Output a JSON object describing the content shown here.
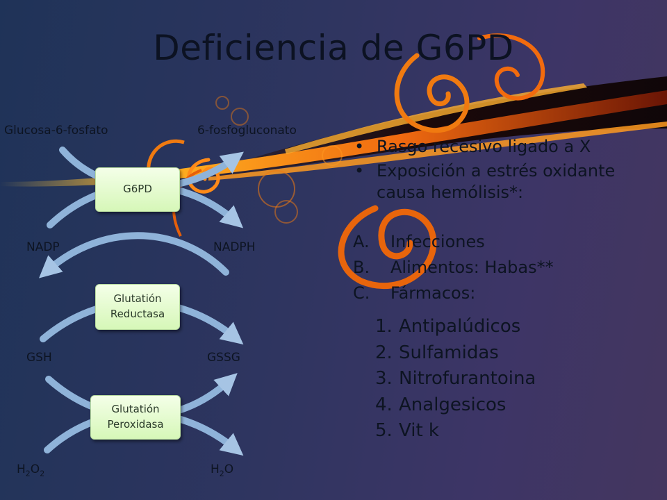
{
  "title": "Deficiencia de G6PD",
  "pathway": {
    "substrate_top_left": "Glucosa-6-fosfato",
    "product_top_right": "6-fosfogluconato",
    "enzyme_1": "G6PD",
    "cofactor_left": "NADP",
    "cofactor_right": "NADPH",
    "enzyme_2_line1": "Glutatión",
    "enzyme_2_line2": "Reductasa",
    "glutathione_left": "GSH",
    "glutathione_right": "GSSG",
    "enzyme_3_line1": "Glutatión",
    "enzyme_3_line2": "Peroxidasa",
    "peroxide_base": "H",
    "peroxide_sub1": "2",
    "peroxide_mid": "O",
    "peroxide_sub2": "2",
    "water_base": "H",
    "water_sub": "2",
    "water_end": "O"
  },
  "bullets": [
    {
      "marker": "•",
      "text": "Rasgo recesivo ligado a X"
    },
    {
      "marker": "•",
      "text": "Exposición a estrés oxidante causa hemólisis*:"
    }
  ],
  "causes": [
    {
      "marker": "A.",
      "text": "Infecciones"
    },
    {
      "marker": "B.",
      "text": "Alimentos: Habas**"
    },
    {
      "marker": "C.",
      "text": "Fármacos:"
    }
  ],
  "drugs": [
    {
      "marker": "1.",
      "text": "Antipalúdicos"
    },
    {
      "marker": "2.",
      "text": "Sulfamidas"
    },
    {
      "marker": "3.",
      "text": "Nitrofurantoina"
    },
    {
      "marker": "4.",
      "text": "Analgesicos"
    },
    {
      "marker": "5.",
      "text": "Vit k"
    }
  ],
  "colors": {
    "arrow_fill": "#8fb3d9",
    "enzyme_box": "#d6f7b8",
    "swirl_orange": "#f07a10",
    "swirl_dark": "#1a0a08"
  }
}
